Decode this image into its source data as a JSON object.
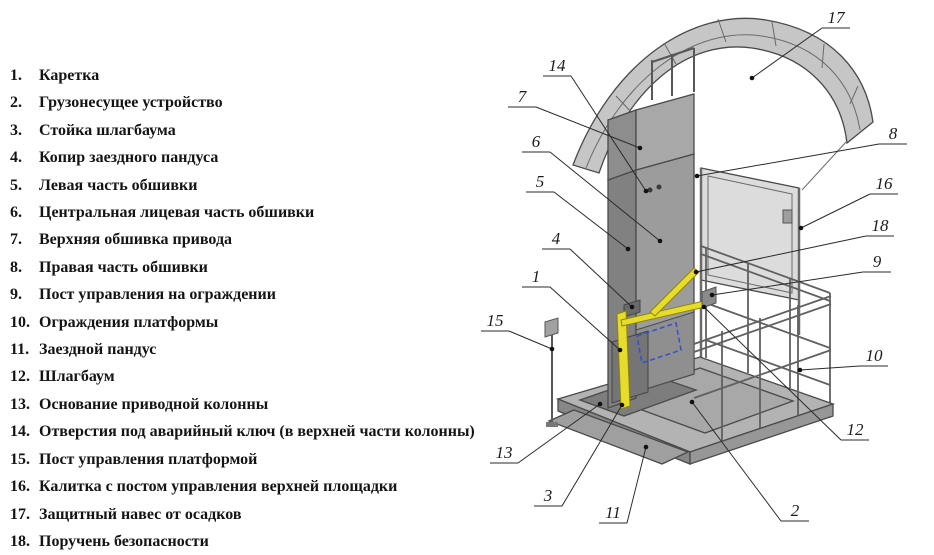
{
  "page": {
    "background": "#ffffff"
  },
  "parts_list": {
    "items": [
      {
        "num": "1.",
        "label": "Каретка"
      },
      {
        "num": "2.",
        "label": "Грузонесущее устройство"
      },
      {
        "num": "3.",
        "label": "Стойка шлагбаума"
      },
      {
        "num": "4.",
        "label": "Копир заездного пандуса"
      },
      {
        "num": "5.",
        "label": "Левая часть обшивки"
      },
      {
        "num": "6.",
        "label": "Центральная лицевая часть обшивки"
      },
      {
        "num": "7.",
        "label": "Верхняя обшивка привода"
      },
      {
        "num": "8.",
        "label": "Правая часть обшивки"
      },
      {
        "num": "9.",
        "label": "Пост управления на ограждении"
      },
      {
        "num": "10.",
        "label": "Ограждения платформы"
      },
      {
        "num": "11.",
        "label": "Заездной пандус"
      },
      {
        "num": "12.",
        "label": "Шлагбаум"
      },
      {
        "num": "13.",
        "label": "Основание приводной колонны"
      },
      {
        "num": "14.",
        "label": "Отверстия под аварийный ключ (в верхней части колонны)"
      },
      {
        "num": "15.",
        "label": "Пост управления платформой"
      },
      {
        "num": "16.",
        "label": "Калитка с постом управления верхней площадки"
      },
      {
        "num": "17.",
        "label": "Защитный навес от осадков"
      },
      {
        "num": "18.",
        "label": "Поручень безопасности"
      }
    ]
  },
  "diagram": {
    "colors": {
      "barrier_yellow": "#e6dc2e",
      "marker_blue": "#3050d0",
      "metal_light": "#c6c6c6",
      "metal_mid": "#9c9c9c",
      "metal_dark": "#818181",
      "outline": "#4a4a4a"
    },
    "callouts": [
      {
        "num": "1"
      },
      {
        "num": "2"
      },
      {
        "num": "3"
      },
      {
        "num": "4"
      },
      {
        "num": "5"
      },
      {
        "num": "6"
      },
      {
        "num": "7"
      },
      {
        "num": "8"
      },
      {
        "num": "9"
      },
      {
        "num": "10"
      },
      {
        "num": "11"
      },
      {
        "num": "12"
      },
      {
        "num": "13"
      },
      {
        "num": "14"
      },
      {
        "num": "15"
      },
      {
        "num": "16"
      },
      {
        "num": "17"
      },
      {
        "num": "18"
      }
    ]
  }
}
